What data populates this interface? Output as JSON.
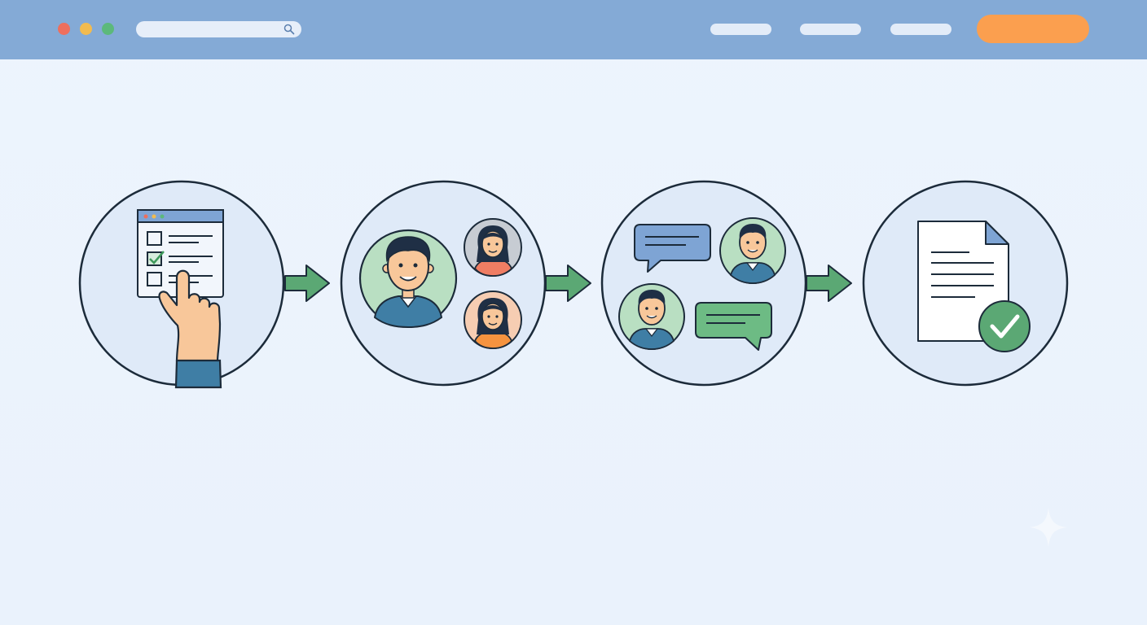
{
  "colors": {
    "topbar": "#84aad6",
    "accent_button": "#fb9f4f",
    "traffic_red": "#ee6f5d",
    "traffic_yellow": "#f2bb4f",
    "traffic_green": "#5cb97b",
    "arrow_green": "#5ba874",
    "circle_fill": "#dfeaf8",
    "outline": "#1c2b3a"
  },
  "header": {
    "window_controls": [
      "close",
      "minimize",
      "maximize"
    ],
    "search": {
      "icon": "search-icon",
      "placeholder": ""
    },
    "nav_items": [
      "",
      "",
      ""
    ],
    "cta_label": ""
  },
  "workflow": {
    "steps": [
      {
        "id": "select",
        "icon": "checklist-form-with-pointing-hand-icon"
      },
      {
        "id": "match",
        "icon": "people-group-icon"
      },
      {
        "id": "discuss",
        "icon": "chat-conversation-icon"
      },
      {
        "id": "approve",
        "icon": "approved-document-icon"
      }
    ],
    "connector_icon": "right-arrow-icon"
  }
}
